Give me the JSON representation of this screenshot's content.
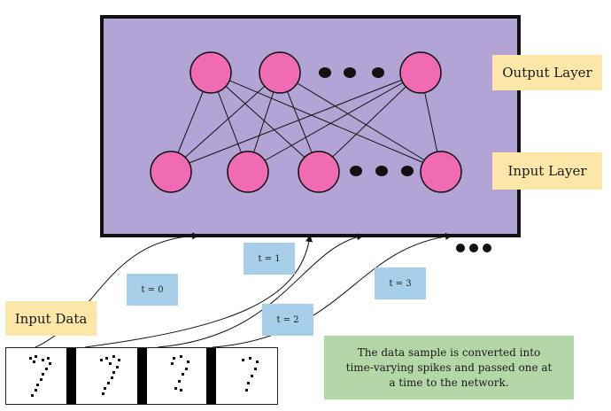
{
  "labels": {
    "output_layer": "Output Layer",
    "input_layer": "Input Layer",
    "input_data": "Input Data"
  },
  "timesteps": [
    "t = 0",
    "t = 1",
    "t = 2",
    "t = 3"
  ],
  "note": "The data sample is converted into time-varying spikes and passed one at a time to the network.",
  "colors": {
    "network_box": "#b3a4d6",
    "neuron": "#f06bb3",
    "layer_label_bg": "#fde7a8",
    "timestep_bg": "#a8cfea",
    "note_bg": "#b4d7a8"
  },
  "network": {
    "output_neurons_visible": 3,
    "input_neurons_visible": 4
  }
}
